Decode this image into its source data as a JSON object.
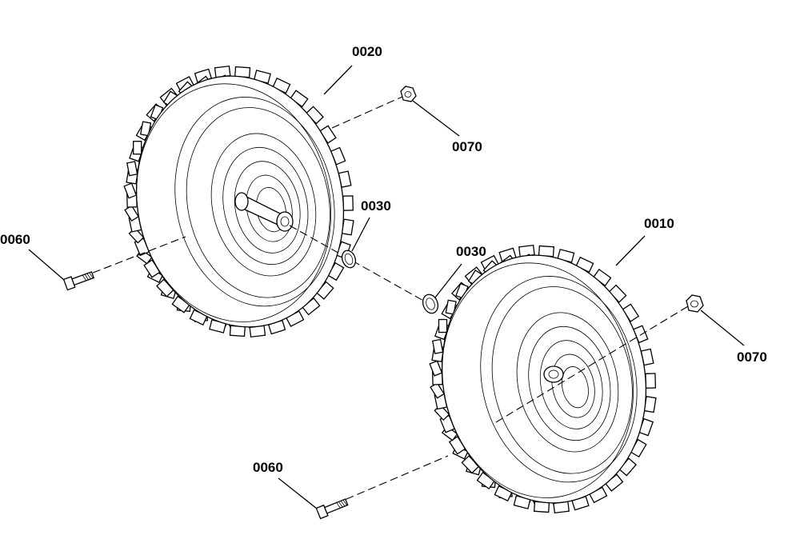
{
  "callouts": {
    "wheel_upper": "0020",
    "wheel_lower": "0010",
    "nut_upper": "0070",
    "nut_lower": "0070",
    "washer_upper": "0030",
    "washer_lower": "0030",
    "bolt_upper": "0060",
    "bolt_lower": "0060"
  }
}
